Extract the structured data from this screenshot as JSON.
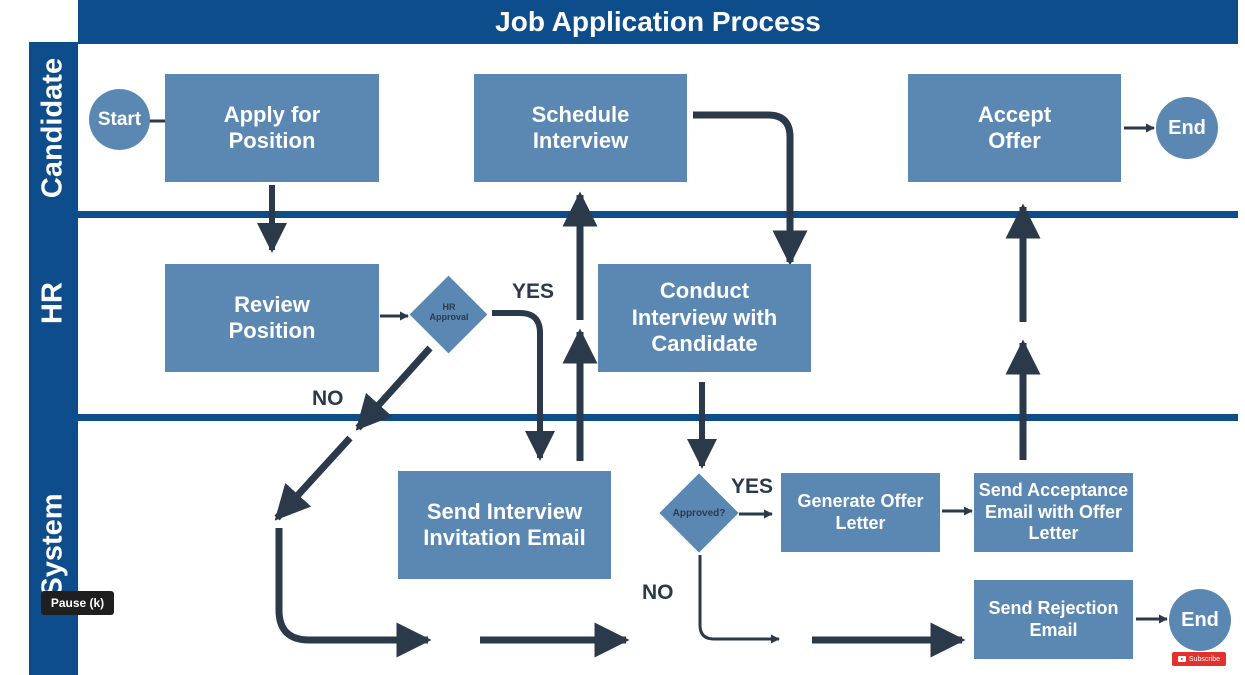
{
  "title": "Job Application Process",
  "lanes": {
    "candidate": "Candidate",
    "hr": "HR",
    "system": "System"
  },
  "nodes": {
    "start": "Start",
    "apply": "Apply for Position",
    "schedule": "Schedule Interview",
    "accept": "Accept Offer",
    "end_top": "End",
    "review": "Review Position",
    "hr_approval": "HR Approval",
    "conduct": "Conduct Interview with Candidate",
    "send_invite": "Send Interview Invitation Email",
    "approved": "Approved?",
    "generate": "Generate Offer Letter",
    "send_accept": "Send Acceptance Email with Offer Letter",
    "send_reject": "Send Rejection Email",
    "end_bottom": "End"
  },
  "labels": {
    "yes_hr": "YES",
    "no_hr": "NO",
    "yes_approved": "YES",
    "no_approved": "NO"
  },
  "player": {
    "pause": "Pause (k)",
    "subscribe": "Subscribe"
  },
  "colors": {
    "lane": "#0e4d8c",
    "node": "#5b87b3",
    "arrow": "#2b3a4a"
  }
}
